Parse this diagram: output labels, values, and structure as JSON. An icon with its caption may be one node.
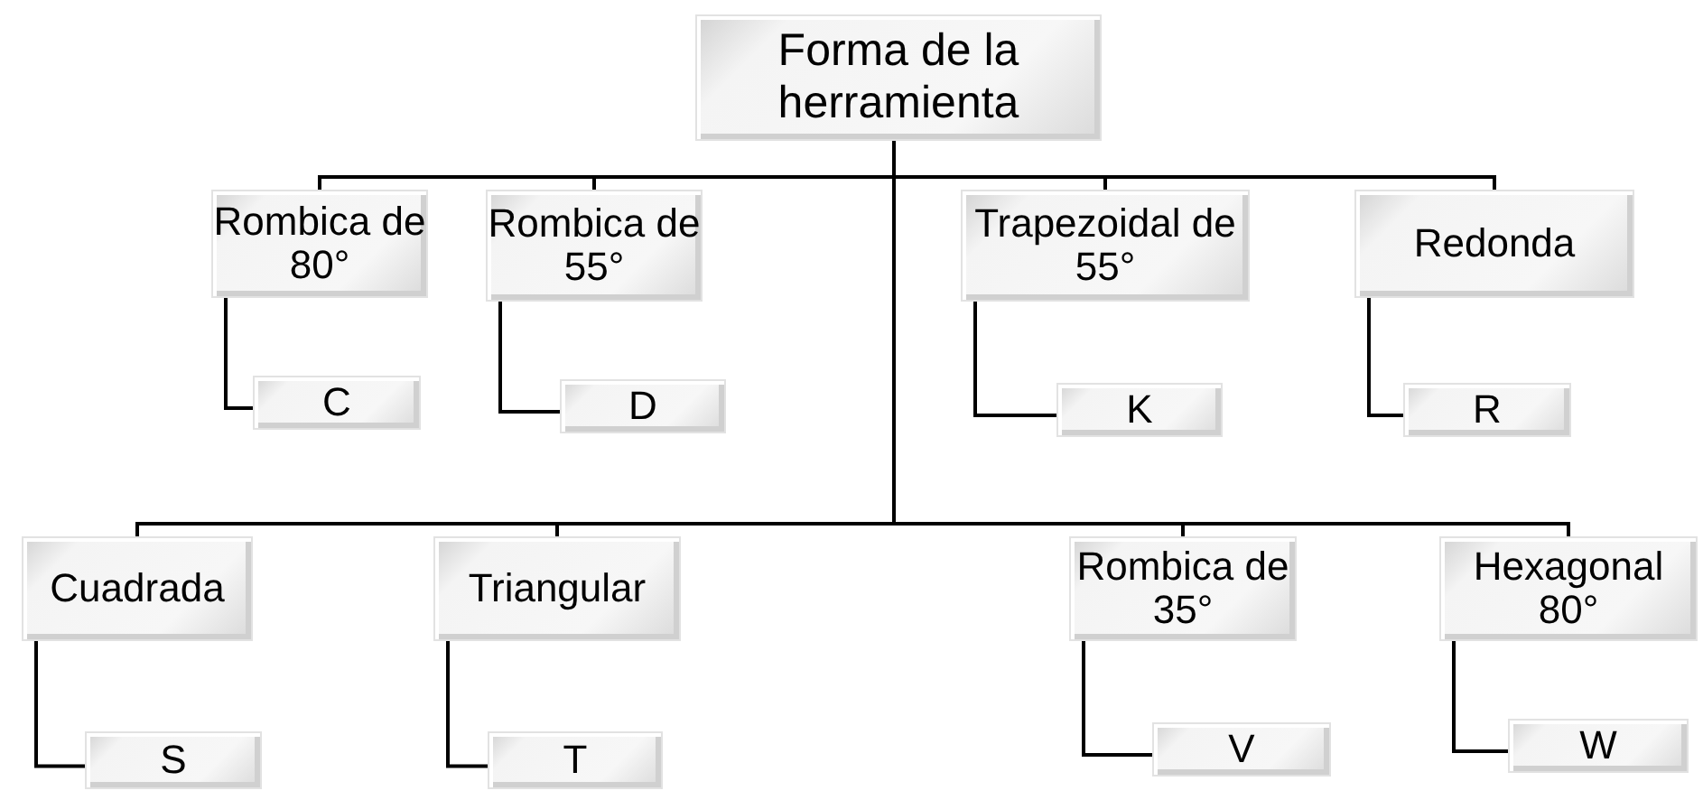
{
  "diagram": {
    "nodes": [
      {
        "text": [
          "Forma de la herramienta"
        ]
      },
      {
        "text": [
          "Rombica de 80°"
        ]
      },
      {
        "text": [
          "C"
        ]
      },
      {
        "text": [
          "Rombica de 55°"
        ]
      },
      {
        "text": [
          "D"
        ]
      },
      {
        "text": [
          "Trapezoidal de 55°"
        ]
      },
      {
        "text": [
          "K"
        ]
      },
      {
        "text": [
          "Redonda"
        ]
      },
      {
        "text": [
          "R"
        ]
      },
      {
        "text": [
          "Cuadrada"
        ]
      },
      {
        "text": [
          "S"
        ]
      },
      {
        "text": [
          "Triangular"
        ]
      },
      {
        "text": [
          "T"
        ]
      },
      {
        "text": [
          "Rombica de 35°"
        ]
      },
      {
        "text": [
          "V"
        ]
      },
      {
        "text": [
          "Hexagonal 80°"
        ]
      },
      {
        "text": [
          "W"
        ]
      }
    ],
    "edges": [
      {
        "from": 0,
        "to": 1,
        "arrow": "none"
      },
      {
        "from": 0,
        "to": 3,
        "arrow": "none"
      },
      {
        "from": 0,
        "to": 5,
        "arrow": "none"
      },
      {
        "from": 0,
        "to": 7,
        "arrow": "none"
      },
      {
        "from": 0,
        "to": 9,
        "arrow": "none"
      },
      {
        "from": 0,
        "to": 11,
        "arrow": "none"
      },
      {
        "from": 0,
        "to": 13,
        "arrow": "none"
      },
      {
        "from": 0,
        "to": 15,
        "arrow": "none"
      },
      {
        "from": 1,
        "to": 2,
        "arrow": "none"
      },
      {
        "from": 3,
        "to": 4,
        "arrow": "none"
      },
      {
        "from": 5,
        "to": 6,
        "arrow": "none"
      },
      {
        "from": 7,
        "to": 8,
        "arrow": "none"
      },
      {
        "from": 9,
        "to": 10,
        "arrow": "none"
      },
      {
        "from": 11,
        "to": 12,
        "arrow": "none"
      },
      {
        "from": 13,
        "to": 14,
        "arrow": "none"
      },
      {
        "from": 15,
        "to": 16,
        "arrow": "none"
      }
    ]
  }
}
